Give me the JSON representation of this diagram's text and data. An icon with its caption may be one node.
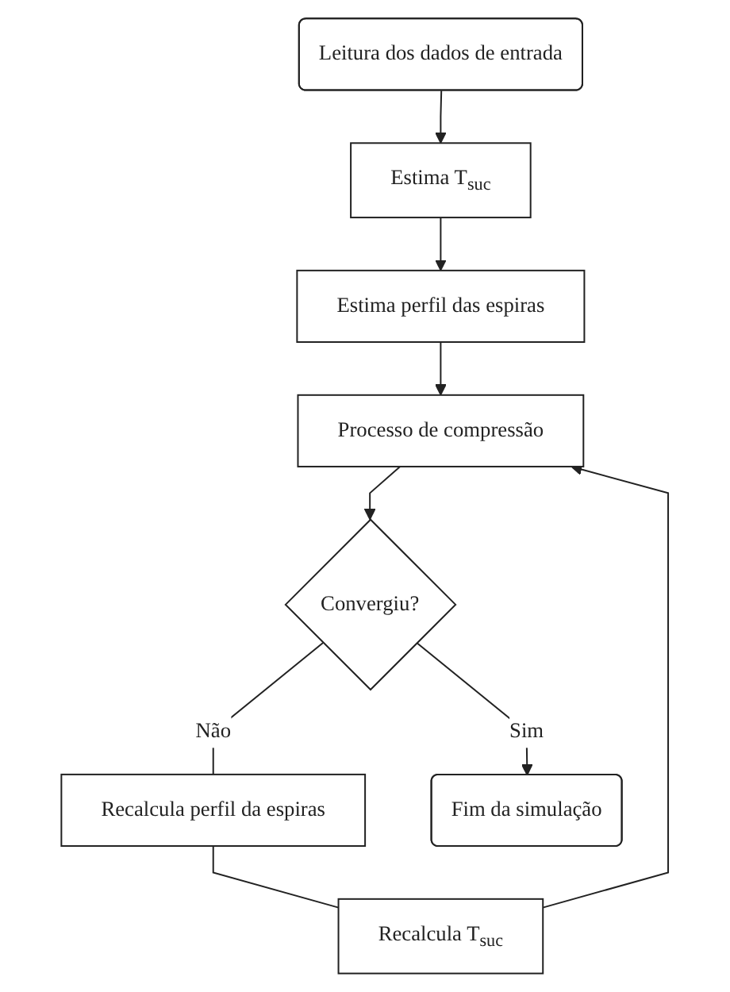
{
  "diagram": {
    "nodes": [
      {
        "text": [
          "Leitura dos dados de entrada"
        ]
      },
      {
        "text": [
          "Estima T$_{suc}$"
        ]
      },
      {
        "text": [
          "Estima perfil das espiras"
        ]
      },
      {
        "text": [
          "Processo de compressão"
        ]
      },
      {
        "text": [
          "Convergiu?"
        ]
      },
      {
        "text": [
          "Recalcula T$_{suc}$"
        ]
      },
      {
        "text": [
          "Recalcula perfil da espiras"
        ]
      },
      {
        "text": [
          "Fim da simulação"
        ]
      }
    ],
    "edges": [
      {
        "from": 0,
        "to": 1,
        "arrow": "to"
      },
      {
        "from": 1,
        "to": 2,
        "arrow": "to"
      },
      {
        "from": 2,
        "to": 3,
        "arrow": "to"
      },
      {
        "from": 3,
        "to": 4,
        "arrow": "to"
      },
      {
        "from": 4,
        "to": 7,
        "arrow": "to",
        "label": "Sim"
      },
      {
        "from": 4,
        "to": 6,
        "arrow": "none",
        "label": "Não"
      },
      {
        "from": 6,
        "to": 5,
        "arrow": "none"
      },
      {
        "from": 5,
        "to": 3,
        "arrow": "to"
      }
    ]
  }
}
